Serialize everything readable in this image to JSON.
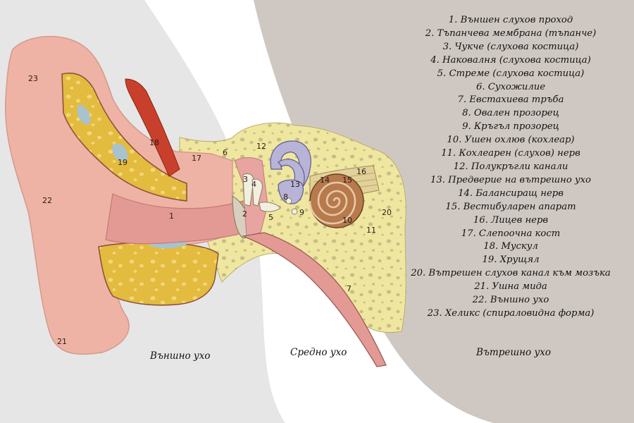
{
  "legend": [
    "1. Външен слухов проход",
    "2. Тъпанчева мембрана (тъпанче)",
    "3. Чукче (слухова костица)",
    "4. Наковалня (слухова костица)",
    "5. Стреме (слухова костица)",
    "6. Сухожилие",
    "7. Евстахиева тръба",
    "8. Овален прозорец",
    "9. Кръгъл прозорец",
    "10. Ушен охлюв (кохлеар)",
    "11. Кохлеарен (слухов) нерв",
    "12. Полукръгли канали",
    "13. Предверие на вътрешно ухо",
    "14. Балансиращ нерв",
    "15. Вестибуларен апарат",
    "16. Лицев нерв",
    "17. Слепоочна кост",
    "18. Мускул",
    "19. Хрущял",
    "20. Вътрешен слухов канал към мозъка",
    "21. Ушна мида",
    "22. Външно ухо",
    "23. Хеликс (спираловидна форма)"
  ],
  "regions": {
    "outer": "Външно ухо",
    "middle": "Средно ухо",
    "inner": "Вътрешно ухо"
  },
  "numbers": [
    "1",
    "2",
    "3",
    "4",
    "5",
    "6",
    "7",
    "8",
    "9",
    "10",
    "11",
    "12",
    "13",
    "14",
    "15",
    "16",
    "17",
    "18",
    "19",
    "20",
    "21",
    "22",
    "23"
  ],
  "colors": {
    "outer_bg": "#e6e6e6",
    "inner_bg": "#cfc8c2",
    "skin": "#eeb3a5",
    "canal": "#e39a94",
    "bone": "#efe7a0",
    "cartilage": "#e7bd3a",
    "muscle": "#c8402b",
    "labyrinth": "#b7b4d8",
    "cochlea": "#b77a4c",
    "nerve": "#e2d19a"
  }
}
